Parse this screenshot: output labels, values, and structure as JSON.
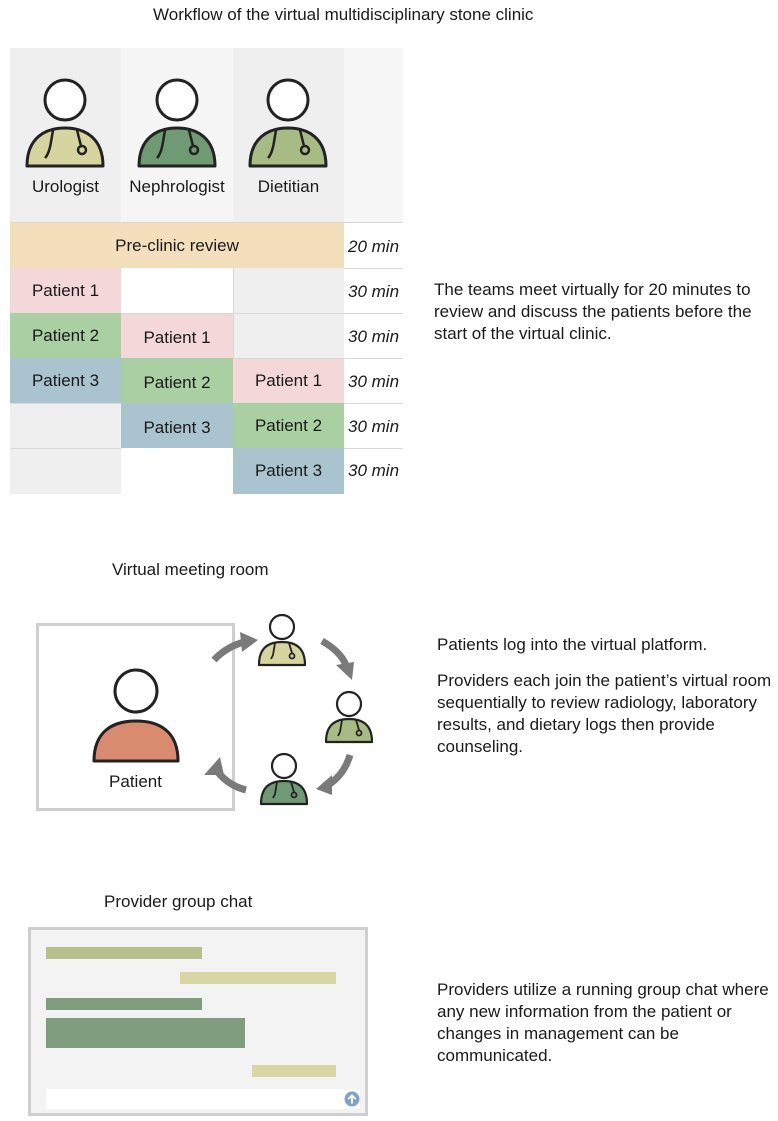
{
  "section1": {
    "title": "Workflow of the virtual multidisciplinary stone clinic",
    "roles": [
      {
        "label": "Urologist",
        "color": "#d6d49f"
      },
      {
        "label": "Nephrologist",
        "color": "#6f9a74"
      },
      {
        "label": "Dietitian",
        "color": "#a8bb84"
      }
    ],
    "review": {
      "label": "Pre-clinic review",
      "duration": "20 min",
      "color": "#f3dfbc"
    },
    "durations": [
      "30 min",
      "30 min",
      "30 min",
      "30 min",
      "30 min"
    ],
    "patient_colors": {
      "p1": "#f4d7d8",
      "p2": "#a9cfa3",
      "p3": "#a9c3cf"
    },
    "cells": {
      "r1c1": "Patient 1",
      "r2c1": "Patient 2",
      "r2c2": "Patient 1",
      "r3c1": "Patient 3",
      "r3c2": "Patient 2",
      "r3c3": "Patient 1",
      "r4c2": "Patient 3",
      "r4c3": "Patient 2",
      "r5c3": "Patient 3"
    },
    "description": "The teams meet virtually for 20 minutes to review and discuss the patients before the start of the virtual clinic."
  },
  "section2": {
    "title": "Virtual meeting room",
    "patient_label": "Patient",
    "patient_color": "#d98b70",
    "description_1": "Patients log into the virtual platform.",
    "description_2": "Providers each join the patient’s virtual room sequentially to review radiology, laboratory results, and dietary logs then provide counseling."
  },
  "section3": {
    "title": "Provider group chat",
    "description": "Providers utilize a running group chat where any new information from the patient or changes in management can be communicated.",
    "send_icon": "arrow-up-circle-icon"
  }
}
